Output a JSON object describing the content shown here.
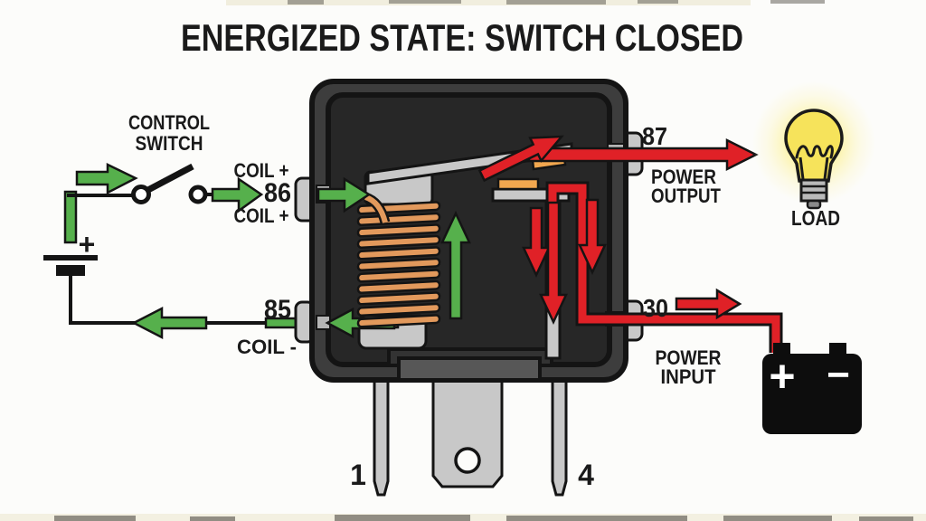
{
  "title": "ENERGIZED STATE: SWITCH CLOSED",
  "colors": {
    "background": "#fcfcfa",
    "green": "#56b04c",
    "red": "#e02127",
    "copper": "#e2995c",
    "contact_orange": "#f2a74f",
    "metal": "#c8c8c8",
    "relay_body": "#3d3d3d",
    "relay_inner": "#272727",
    "bulb_yellow": "#f6e35b",
    "glow_yellow": "#fcf1a4"
  },
  "control_circuit": {
    "switch_label_line1": "CONTROL",
    "switch_label_line2": "SWITCH",
    "battery_plus": "+",
    "coil_plus_upper": "COIL +",
    "terminal_86": "86",
    "coil_plus_lower": "COIL +",
    "terminal_85": "85",
    "coil_minus": "COIL -"
  },
  "power_circuit": {
    "terminal_87": "87",
    "power_output_line1": "POWER",
    "power_output_line2": "OUTPUT",
    "load_label": "LOAD",
    "terminal_30": "30",
    "power_input_line1": "POWER",
    "power_input_line2": "INPUT",
    "battery_plus": "+",
    "battery_minus": "−"
  },
  "relay": {
    "pin_1": "1",
    "pin_4": "4"
  }
}
